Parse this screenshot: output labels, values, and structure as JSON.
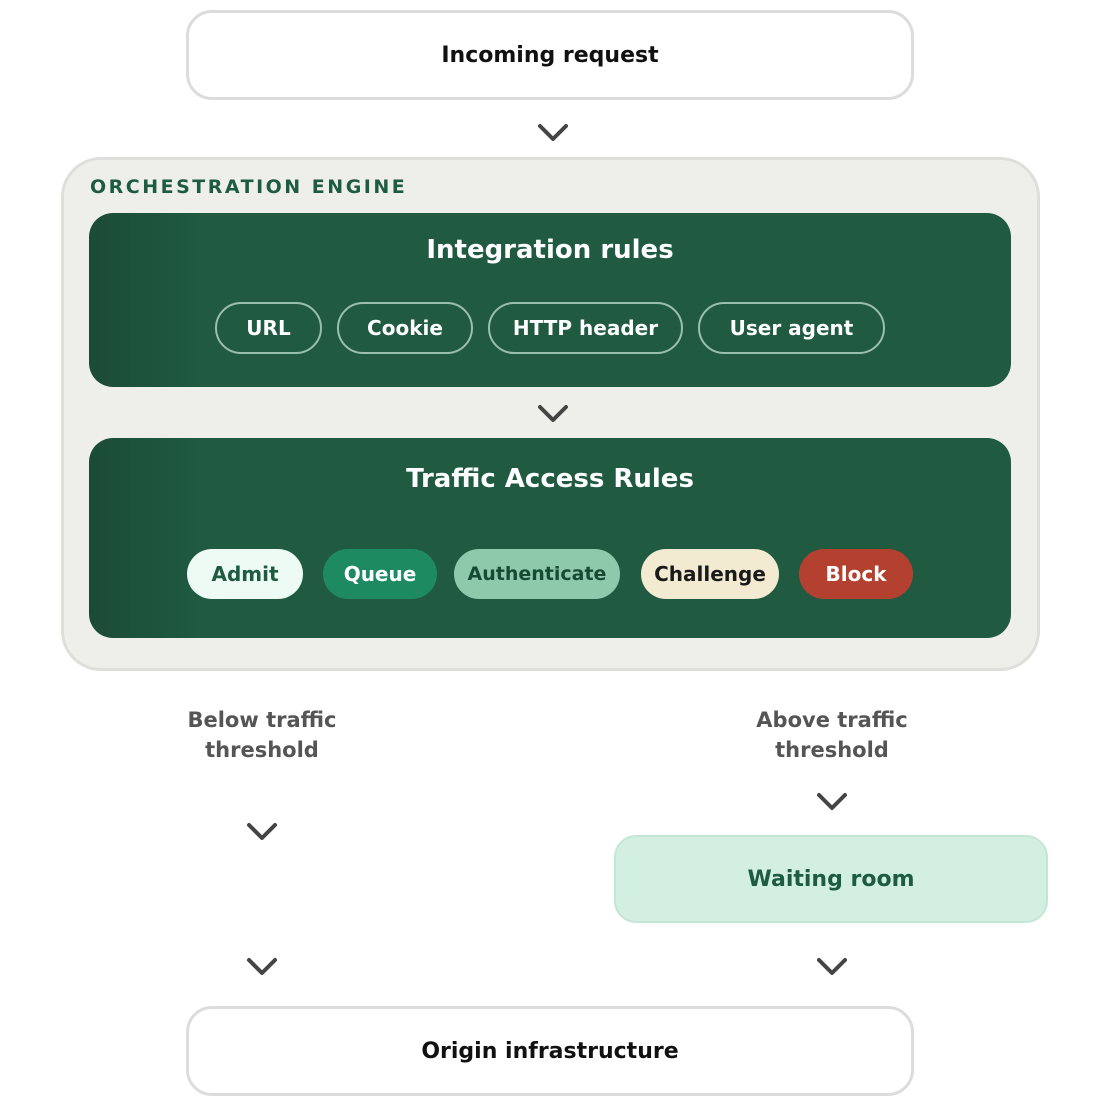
{
  "incoming_request": "Incoming request",
  "engine": {
    "label": "ORCHESTRATION ENGINE",
    "integration": {
      "title": "Integration rules",
      "chips": [
        "URL",
        "Cookie",
        "HTTP header",
        "User agent"
      ]
    },
    "traffic": {
      "title": "Traffic Access Rules",
      "actions": [
        "Admit",
        "Queue",
        "Authenticate",
        "Challenge",
        "Block"
      ]
    }
  },
  "below_threshold": "Below traffic threshold",
  "above_threshold": "Above traffic threshold",
  "waiting_room": "Waiting room",
  "origin": "Origin infrastructure",
  "colors": {
    "engine_green": "#1f5a41",
    "admit": "#eefaf4",
    "queue": "#1e8a62",
    "authenticate": "#8fc9ac",
    "challenge": "#f3ead2",
    "block": "#b4402f",
    "waiting_room": "#d2efe2"
  },
  "icons": [
    "chevron-down-icon"
  ]
}
